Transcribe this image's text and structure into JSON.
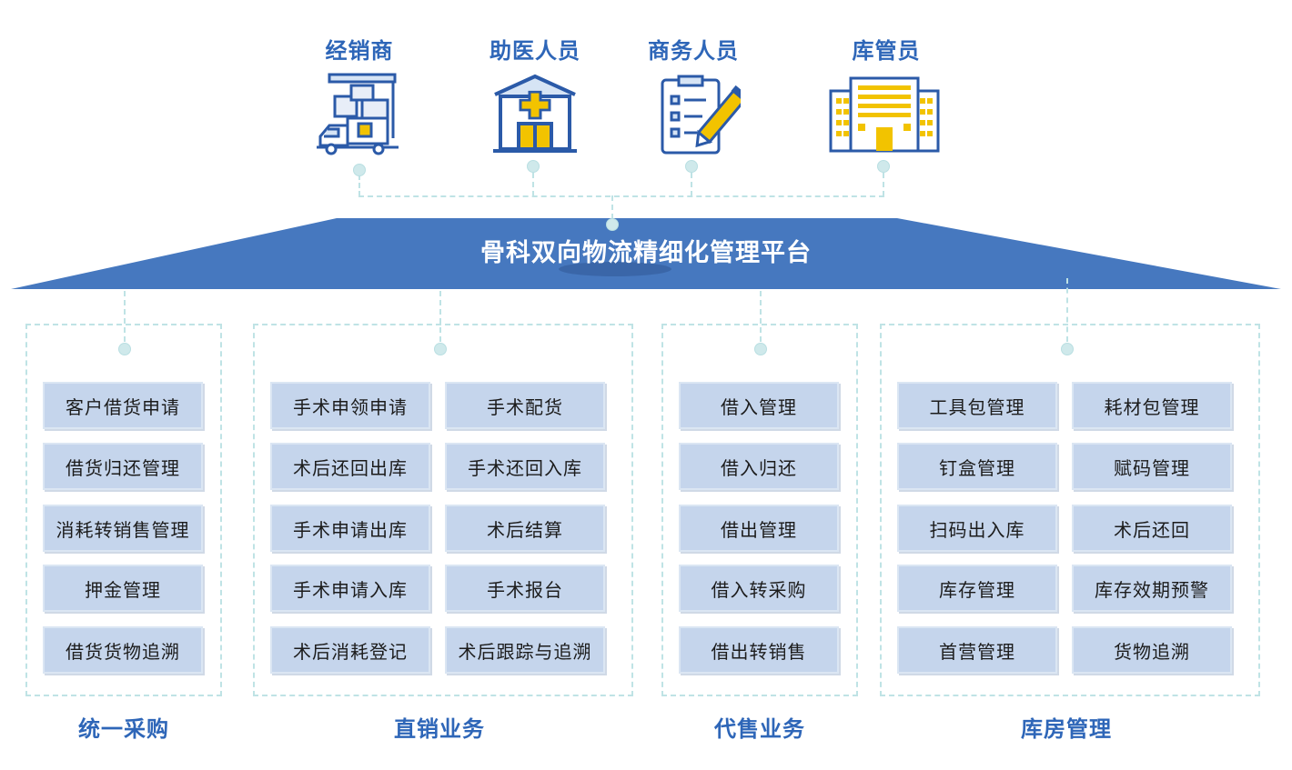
{
  "roles": [
    {
      "label": "经销商",
      "icon": "delivery-truck-warehouse-icon"
    },
    {
      "label": "助医人员",
      "icon": "hospital-icon"
    },
    {
      "label": "商务人员",
      "icon": "clipboard-pen-icon"
    },
    {
      "label": "库管员",
      "icon": "warehouse-building-icon"
    }
  ],
  "platform": {
    "title": "骨科双向物流精细化管理平台"
  },
  "groups": [
    {
      "title": "统一采购",
      "items": [
        "客户借货申请",
        "借货归还管理",
        "消耗转销售管理",
        "押金管理",
        "借货货物追溯"
      ]
    },
    {
      "title": "直销业务",
      "items": [
        "手术申领申请",
        "手术配货",
        "术后还回出库",
        "手术还回入库",
        "手术申请出库",
        "术后结算",
        "手术申请入库",
        "手术报台",
        "术后消耗登记",
        "术后跟踪与追溯"
      ]
    },
    {
      "title": "代售业务",
      "items": [
        "借入管理",
        "借入归还",
        "借出管理",
        "借入转采购",
        "借出转销售"
      ]
    },
    {
      "title": "库房管理",
      "items": [
        "工具包管理",
        "耗材包管理",
        "钉盒管理",
        "赋码管理",
        "扫码出入库",
        "术后还回",
        "库存管理",
        "库存效期预警",
        "首营管理",
        "货物追溯"
      ]
    }
  ],
  "colors": {
    "primary": "#4678bf",
    "accent": "#f2c300",
    "dashed": "#bfe3e5",
    "item_bg": "#c5d5ec"
  }
}
